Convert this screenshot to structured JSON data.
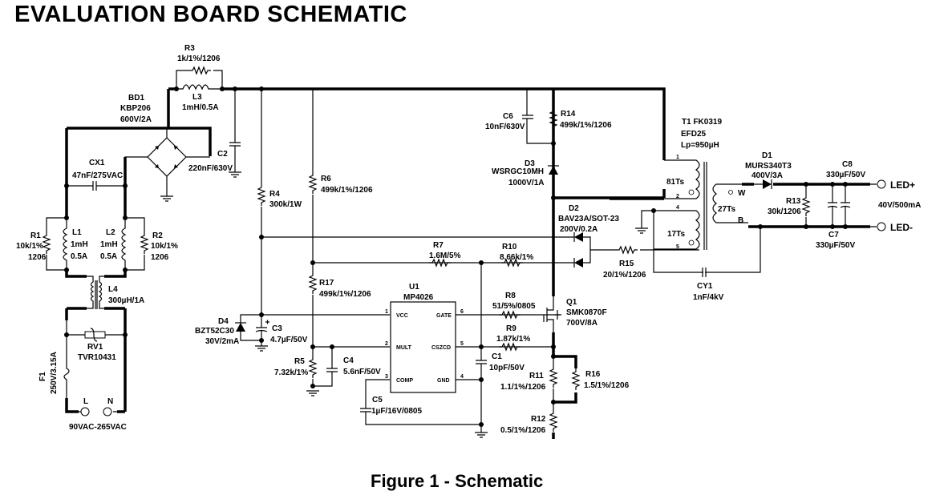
{
  "page": {
    "title": "EVALUATION BOARD SCHEMATIC",
    "caption": "Figure 1 - Schematic"
  },
  "components": {
    "R3": {
      "ref": "R3",
      "value": "1k/1%/1206"
    },
    "L3": {
      "ref": "L3",
      "value": "1mH/0.5A"
    },
    "BD1": {
      "ref": "BD1",
      "part": "KBP206",
      "value": "600V/2A"
    },
    "C2": {
      "ref": "C2",
      "value": "220nF/630V"
    },
    "CX1": {
      "ref": "CX1",
      "value": "47nF/275VAC"
    },
    "R1": {
      "ref": "R1",
      "value": "10k/1%",
      "pkg": "1206"
    },
    "L1": {
      "ref": "L1",
      "value": "1mH",
      "rating": "0.5A"
    },
    "L2": {
      "ref": "L2",
      "value": "1mH",
      "rating": "0.5A"
    },
    "R2": {
      "ref": "R2",
      "value": "10k/1%",
      "pkg": "1206"
    },
    "L4": {
      "ref": "L4",
      "value": "300µH/1A"
    },
    "RV1": {
      "ref": "RV1",
      "value": "TVR10431"
    },
    "F1": {
      "ref": "F1",
      "value": "250V/3.15A"
    },
    "input": {
      "L": "L",
      "N": "N",
      "range": "90VAC-265VAC"
    },
    "R4": {
      "ref": "R4",
      "value": "300k/1W"
    },
    "R6": {
      "ref": "R6",
      "value": "499k/1%/1206"
    },
    "R17": {
      "ref": "R17",
      "value": "499k/1%/1206"
    },
    "R7": {
      "ref": "R7",
      "value": "1.6M/5%"
    },
    "R10": {
      "ref": "R10",
      "value": "8.66k/1%"
    },
    "D4": {
      "ref": "D4",
      "part": "BZT52C30",
      "value": "30V/2mA"
    },
    "C3": {
      "ref": "C3",
      "value": "4.7µF/50V"
    },
    "R5": {
      "ref": "R5",
      "value": "7.32k/1%"
    },
    "C4": {
      "ref": "C4",
      "value": "5.6nF/50V"
    },
    "C5": {
      "ref": "C5",
      "value": "1µF/16V/0805"
    },
    "U1": {
      "ref": "U1",
      "part": "MP4026",
      "pins": [
        {
          "num": "1",
          "name": "VCC"
        },
        {
          "num": "2",
          "name": "MULT"
        },
        {
          "num": "3",
          "name": "COMP"
        },
        {
          "num": "6",
          "name": "GATE"
        },
        {
          "num": "5",
          "name": "CSZCD"
        },
        {
          "num": "4",
          "name": "GND"
        }
      ]
    },
    "R8": {
      "ref": "R8",
      "value": "51/5%/0805"
    },
    "R9": {
      "ref": "R9",
      "value": "1.87k/1%"
    },
    "C1": {
      "ref": "C1",
      "value": "10pF/50V"
    },
    "Q1": {
      "ref": "Q1",
      "part": "SMK0870F",
      "value": "700V/8A"
    },
    "R11": {
      "ref": "R11",
      "value": "1.1/1%/1206"
    },
    "R16": {
      "ref": "R16",
      "value": "1.5/1%/1206"
    },
    "R12": {
      "ref": "R12",
      "value": "0.5/1%/1206"
    },
    "C6": {
      "ref": "C6",
      "value": "10nF/630V"
    },
    "R14": {
      "ref": "R14",
      "value": "499k/1%/1206"
    },
    "D3": {
      "ref": "D3",
      "part": "WSRGC10MH",
      "value": "1000V/1A"
    },
    "D2": {
      "ref": "D2",
      "part": "BAV23A/SOT-23",
      "value": "200V/0.2A"
    },
    "R15": {
      "ref": "R15",
      "value": "20/1%/1206"
    },
    "T1": {
      "ref": "T1  FK0319",
      "core": "EFD25",
      "lp": "Lp=950µH",
      "primary": "81Ts",
      "aux": "17Ts",
      "secondary": "27Ts",
      "pins": [
        "1",
        "2",
        "4",
        "5"
      ],
      "W": "W",
      "B": "B"
    },
    "CY1": {
      "ref": "CY1",
      "value": "1nF/4kV"
    },
    "D1": {
      "ref": "D1",
      "part": "MURS340T3",
      "value": "400V/3A"
    },
    "R13": {
      "ref": "R13",
      "value": "30k/1206"
    },
    "C8": {
      "ref": "C8",
      "value": "330µF/50V"
    },
    "C7": {
      "ref": "C7",
      "value": "330µF/50V"
    },
    "output": {
      "pos": "LED+",
      "neg": "LED-",
      "rating": "40V/500mA"
    }
  }
}
